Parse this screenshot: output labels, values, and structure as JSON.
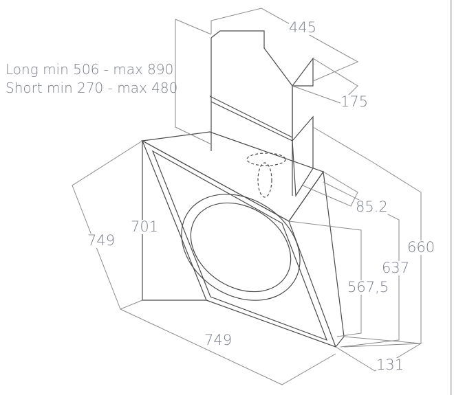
{
  "notes": {
    "long": "Long min 506 - max 890",
    "short": "Short min 270 - max 480"
  },
  "dimensions": {
    "chimney_width": "445",
    "chimney_depth": "175",
    "outlet_offset": "85.2",
    "height_total": "660",
    "height_body": "637",
    "height_front": "567,5",
    "depth_bottom": "131",
    "width_bottom": "749",
    "side_diagonal": "749",
    "side_height": "701"
  },
  "colors": {
    "line": "#4a4a4a",
    "text": "#7b8089",
    "dim_line": "#8a8a8a"
  }
}
